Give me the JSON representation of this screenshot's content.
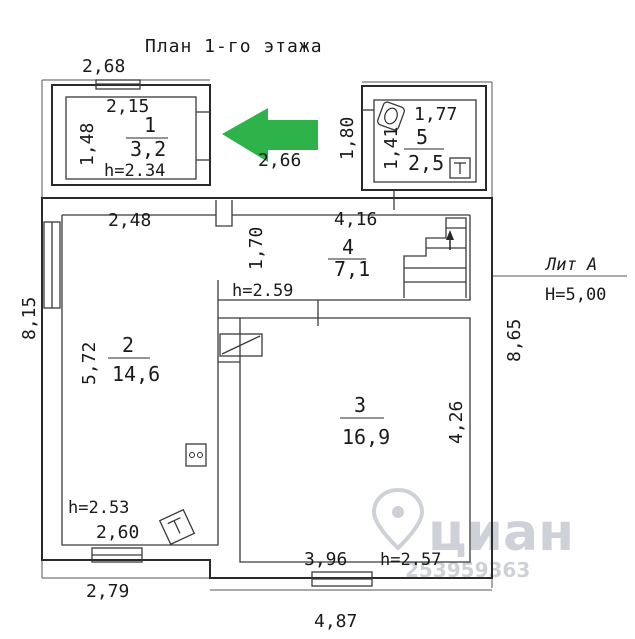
{
  "title": "План 1-го этажа",
  "lit_label": "Лит А",
  "lit_height": "H=5,00",
  "dims": {
    "top_left_width": "2,68",
    "room1_inner_width": "2,15",
    "room1_height": "1,48",
    "mid_width": "2,66",
    "right_top_height": "1,80",
    "room5_width": "1,77",
    "room5_height": "1,41",
    "room2_top": "2,48",
    "stair_span": "4,16",
    "hall_height": "1,70",
    "left_total": "8,15",
    "room2_height": "5,72",
    "right_total": "8,65",
    "room3_height": "4,26",
    "room2_bottom": "2,60",
    "room3_bottom": "3,96",
    "bottom_left": "2,79",
    "bottom_total": "4,87"
  },
  "rooms": [
    {
      "number": "1",
      "area": "3,2",
      "height": "h=2.34"
    },
    {
      "number": "2",
      "area": "14,6",
      "height": "h=2.53"
    },
    {
      "number": "3",
      "area": "16,9",
      "height": "h=2.57"
    },
    {
      "number": "4",
      "area": "7,1",
      "height": "h=2.59"
    },
    {
      "number": "5",
      "area": "2,5",
      "height": ""
    }
  ],
  "colors": {
    "arrow": "#2db34a",
    "line": "#2a2a2a",
    "watermark": "#c9cdd3"
  },
  "watermark": {
    "brand": "циан",
    "phone": "253959363"
  },
  "icons": [
    "green-arrow-icon",
    "toilet-icon",
    "stove-icon",
    "boiler-icon",
    "sink-icon",
    "stair-arrow-icon",
    "location-pin-icon"
  ]
}
